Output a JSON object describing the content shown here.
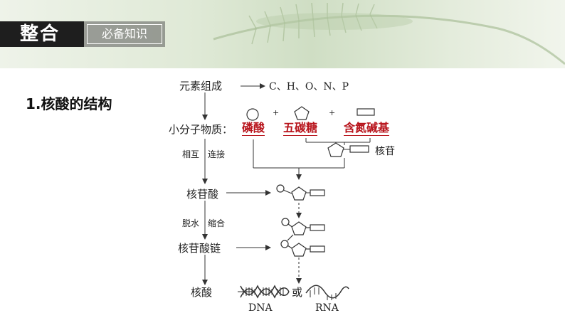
{
  "header": {
    "title": "整合",
    "subtitle": "必备知识"
  },
  "section": {
    "heading": "1.核酸的结构"
  },
  "diagram": {
    "elements_label": "元素组成",
    "elements_value": "C、H、O、N、P",
    "small_molecules_label": "小分子物质：",
    "phosphate": "磷酸",
    "pentose": "五碳糖",
    "base": "含氮碱基",
    "step1a": "相互",
    "step1b": "连接",
    "nucleoside": "核苷",
    "nucleotide": "核苷酸",
    "step2a": "脱水",
    "step2b": "缩合",
    "nucleotide_chain": "核苷酸链",
    "nucleic_acid": "核酸",
    "or": "或",
    "dna": "DNA",
    "rna": "RNA",
    "plus1": "+",
    "plus2": "+"
  }
}
